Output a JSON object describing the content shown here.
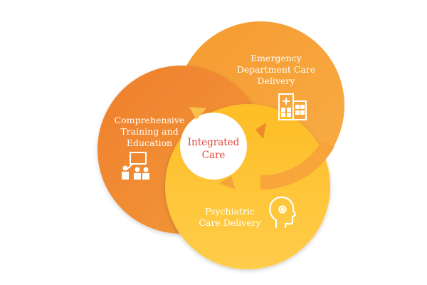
{
  "diagram": {
    "center": {
      "line1": "Integrated",
      "line2": "Care"
    },
    "nodes": {
      "emergency": {
        "line1": "Emergency",
        "line2": "Department Care",
        "line3": "Delivery",
        "icon": "hospital-building-icon"
      },
      "training": {
        "line1": "Comprehensive",
        "line2": "Training and",
        "line3": "Education",
        "icon": "presentation-training-icon"
      },
      "psychiatric": {
        "line1": "Psychiatric",
        "line2": "Care Delivery",
        "icon": "head-gear-icon"
      }
    },
    "colors": {
      "emergency": "#f6a034",
      "training": "#ee7f2a",
      "psychiatric": "#fdc32a",
      "center_text": "#e0463a"
    }
  }
}
